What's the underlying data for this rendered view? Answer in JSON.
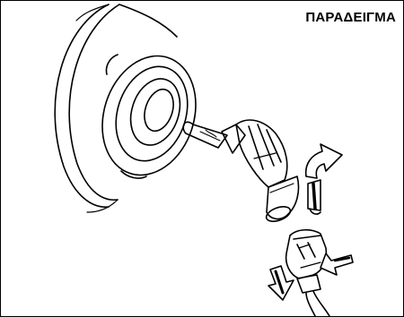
{
  "figure": {
    "label": "ΠΑΡΑΔΕΙΓΜΑ",
    "line_color": "#000000",
    "background": "#ffffff",
    "parts": [
      "headlamp-housing",
      "bulb",
      "bulb-connector",
      "rotation-arrow",
      "pull-arrow",
      "press-arrow"
    ]
  }
}
